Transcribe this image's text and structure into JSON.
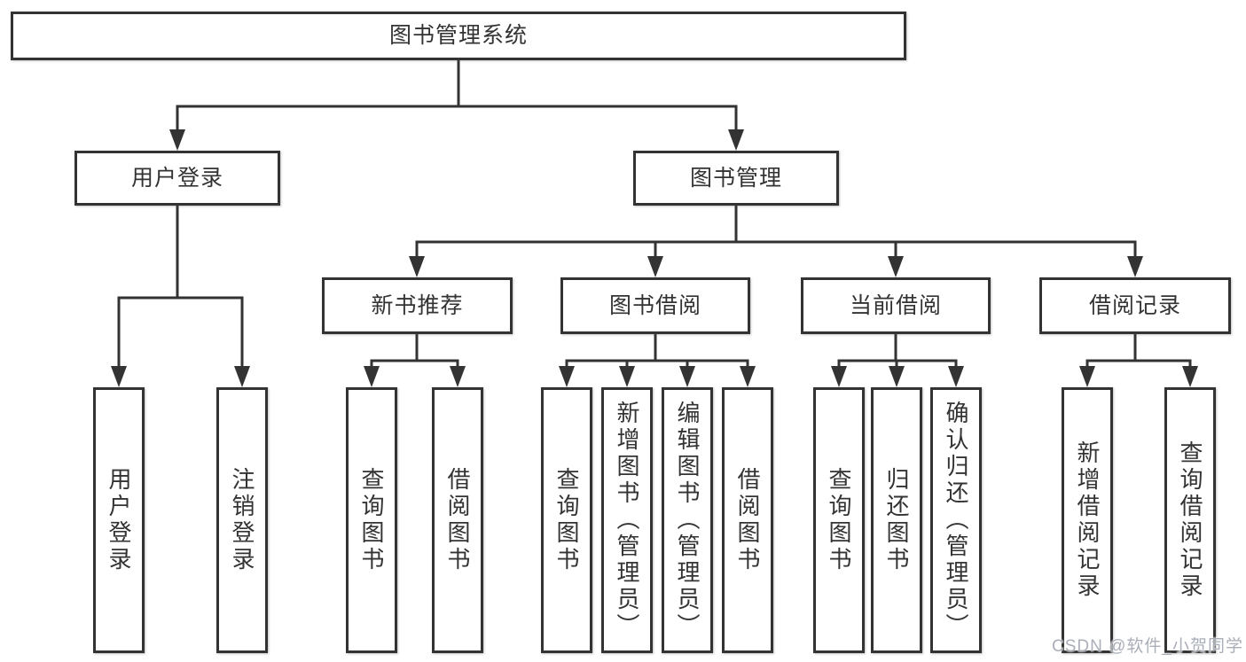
{
  "tree": {
    "root": {
      "label": "图书管理系统"
    },
    "branches": [
      {
        "label": "用户登录",
        "children": [
          {
            "label": "用户登录"
          },
          {
            "label": "注销登录"
          }
        ]
      },
      {
        "label": "图书管理",
        "children": [
          {
            "label": "新书推荐",
            "children": [
              {
                "label": "查询图书"
              },
              {
                "label": "借阅图书"
              }
            ]
          },
          {
            "label": "图书借阅",
            "children": [
              {
                "label": "查询图书"
              },
              {
                "label": "新增图书（管理员）"
              },
              {
                "label": "编辑图书（管理员）"
              },
              {
                "label": "借阅图书"
              }
            ]
          },
          {
            "label": "当前借阅",
            "children": [
              {
                "label": "查询图书"
              },
              {
                "label": "归还图书"
              },
              {
                "label": "确认归还（管理员）"
              }
            ]
          },
          {
            "label": "借阅记录",
            "children": [
              {
                "label": "新增借阅记录"
              },
              {
                "label": "查询借阅记录"
              }
            ]
          }
        ]
      }
    ]
  },
  "watermark": {
    "text": "CSDN @软件_小贺同学"
  },
  "colors": {
    "line": "#333333",
    "text": "#333333",
    "background": "#ffffff",
    "watermark": "#a9aeb8"
  }
}
